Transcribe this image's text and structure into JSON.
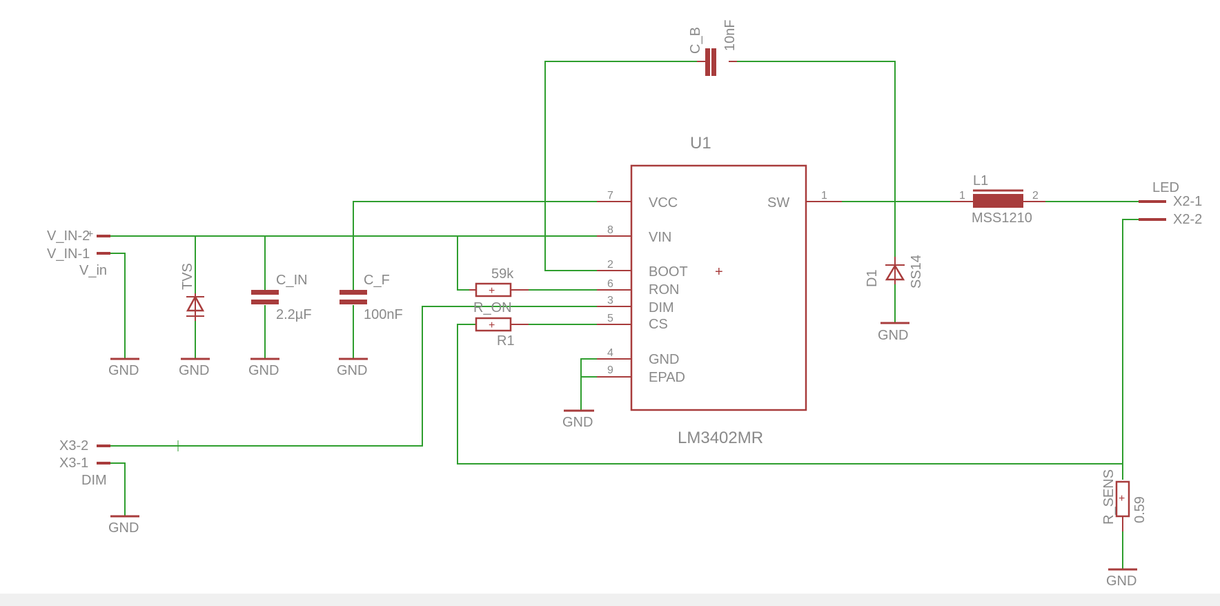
{
  "ic": {
    "ref": "U1",
    "value": "LM3402MR",
    "pins": [
      {
        "num": "7",
        "name": "VCC"
      },
      {
        "num": "8",
        "name": "VIN"
      },
      {
        "num": "2",
        "name": "BOOT"
      },
      {
        "num": "6",
        "name": "RON"
      },
      {
        "num": "3",
        "name": "DIM"
      },
      {
        "num": "5",
        "name": "CS"
      },
      {
        "num": "4",
        "name": "GND"
      },
      {
        "num": "9",
        "name": "EPAD"
      }
    ],
    "right_pin": {
      "num": "1",
      "name": "SW"
    }
  },
  "cb": {
    "ref": "C_B",
    "value": "10nF"
  },
  "l1": {
    "ref": "L1",
    "value": "MSS1210",
    "pin1": "1",
    "pin2": "2"
  },
  "d1": {
    "ref": "D1",
    "value": "SS14"
  },
  "tvs": {
    "ref": "TVS"
  },
  "cin": {
    "ref": "C_IN",
    "value": "2.2µF"
  },
  "cf": {
    "ref": "C_F",
    "value": "100nF"
  },
  "ron": {
    "ref": "R_ON",
    "value": "59k"
  },
  "r1": {
    "ref": "R1"
  },
  "rsens": {
    "ref": "R_SENS",
    "value": "0.59"
  },
  "connectors": {
    "vin2": "V_IN-2",
    "vin1": "V_IN-1",
    "vin_label": "V_in",
    "x2_1": "X2-1",
    "x2_2": "X2-2",
    "led_label": "LED",
    "x3_2": "X3-2",
    "x3_1": "X3-1",
    "dim_label": "DIM"
  },
  "gnd_label": "GND",
  "colors": {
    "wire": "#2e9e2e",
    "part": "#a83c3c",
    "text": "#8a8a8a"
  }
}
